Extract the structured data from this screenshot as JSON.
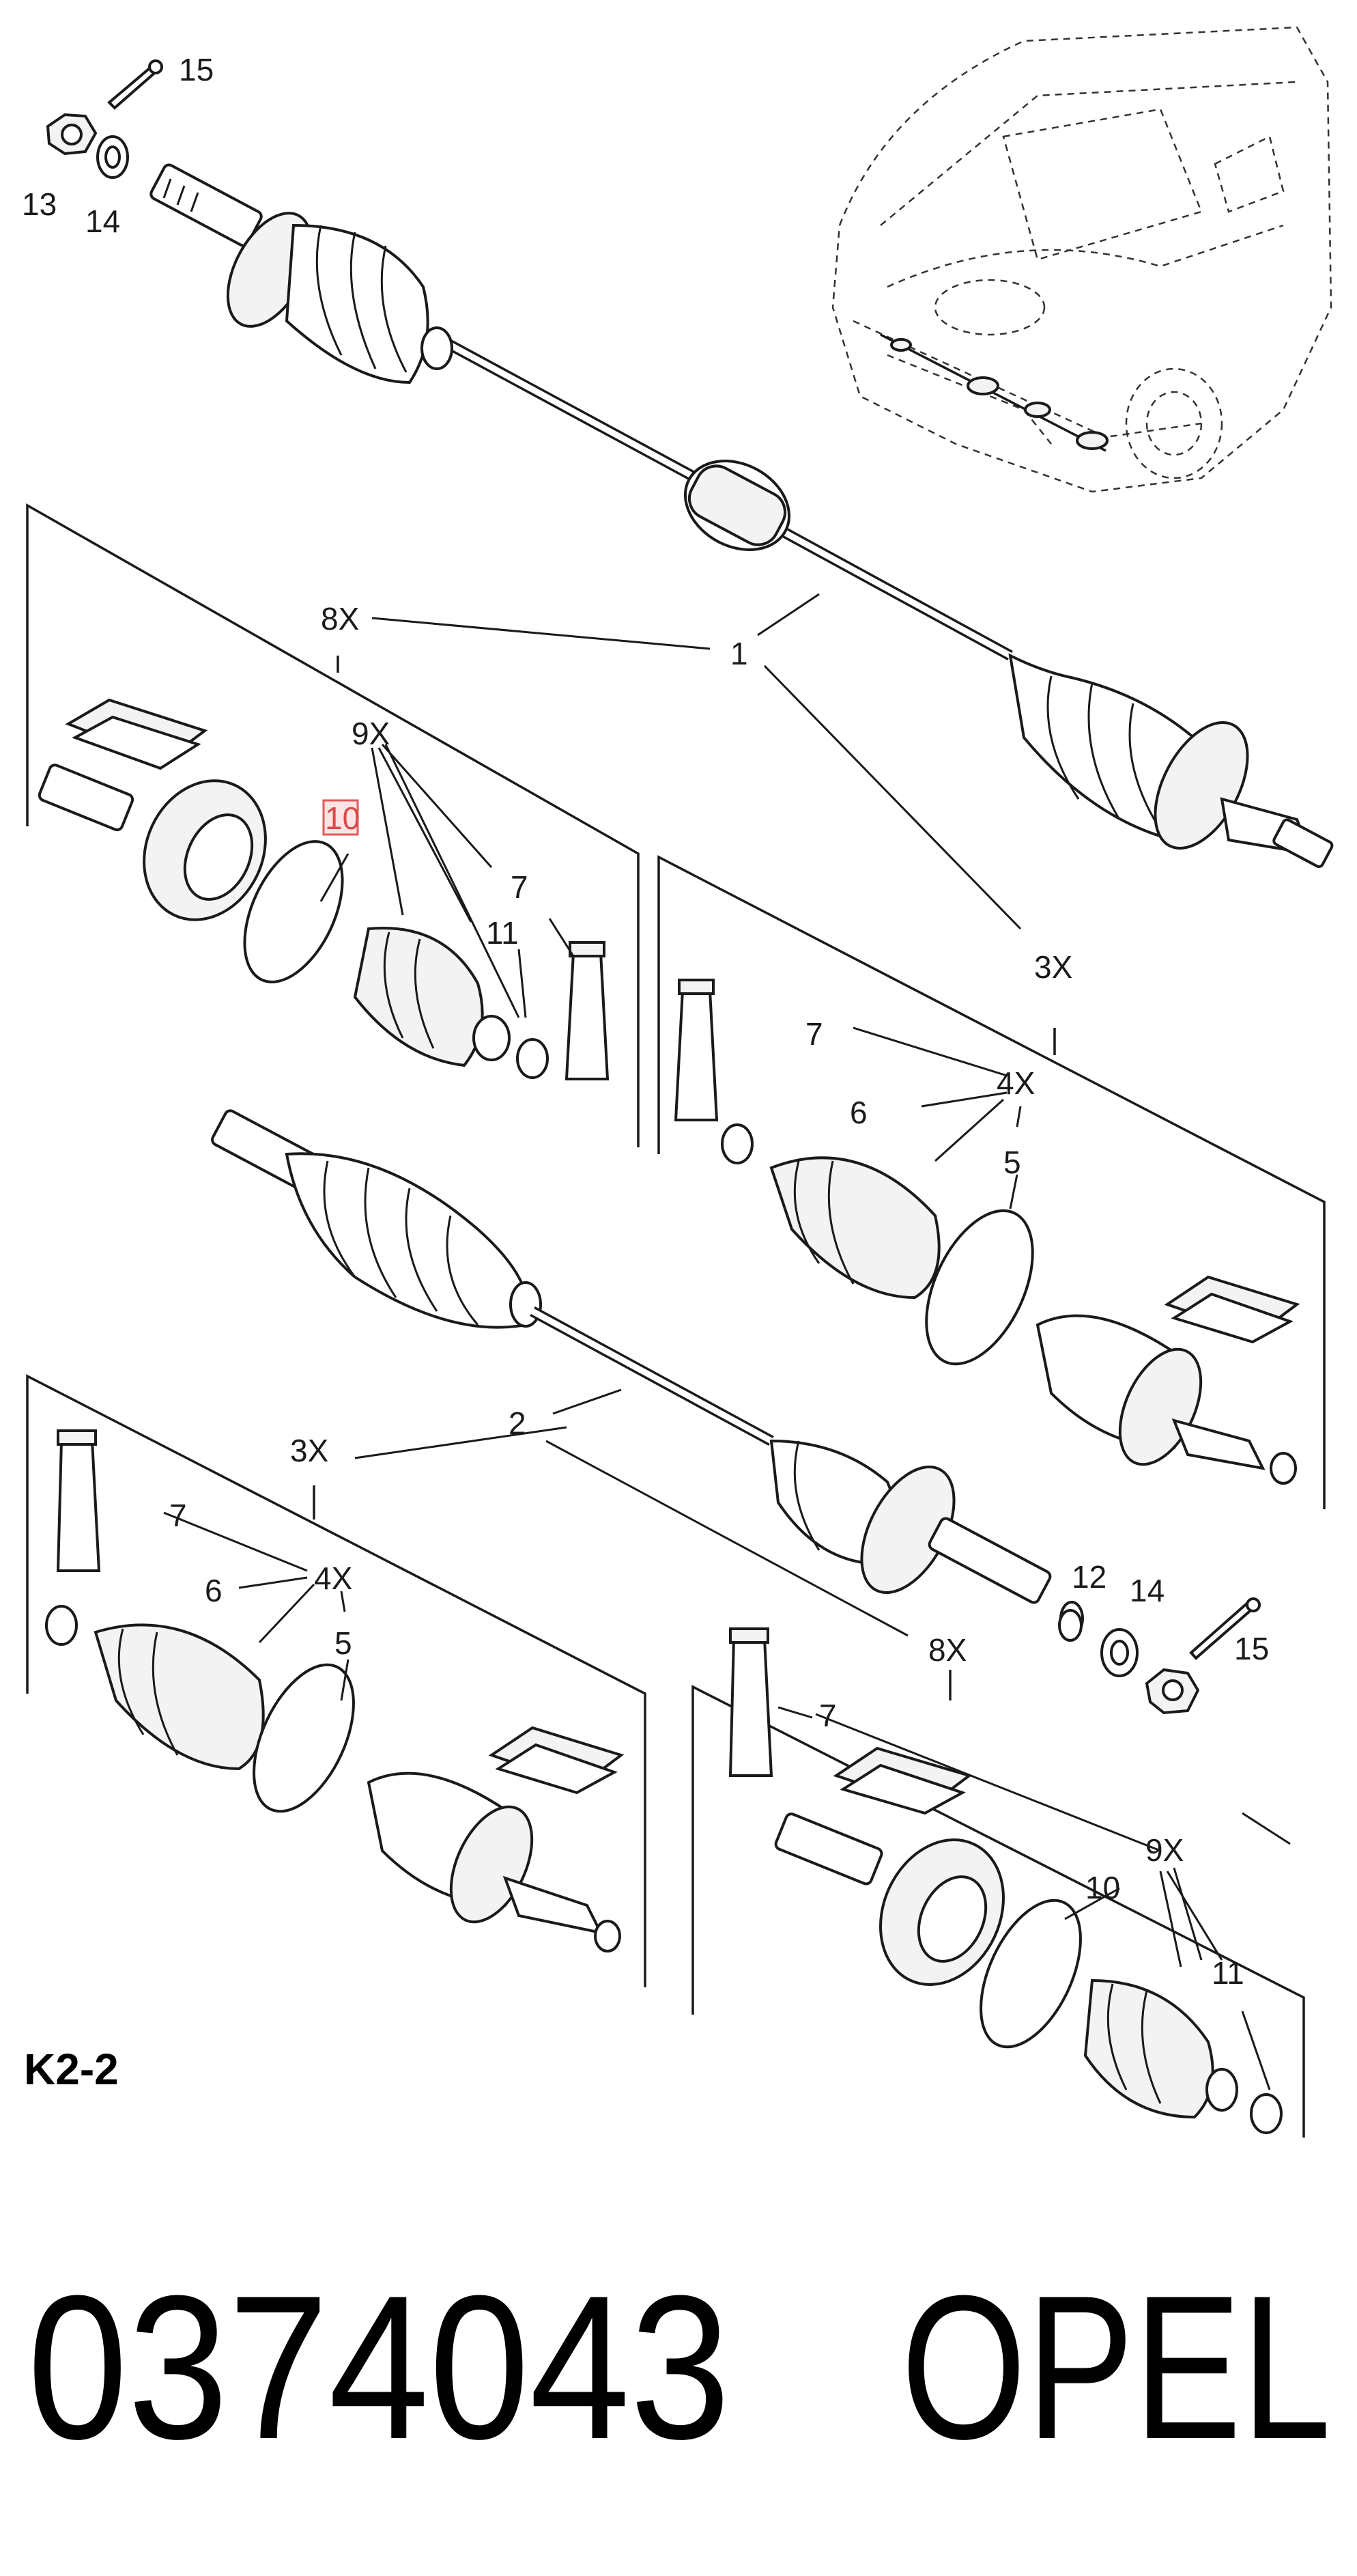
{
  "diagram": {
    "reference": "K2-2",
    "part_number": "0374043",
    "brand": "OPEL",
    "callouts": {
      "c1": "1",
      "c2": "2",
      "c3x_a": "3X",
      "c3x_b": "3X",
      "c4x_a": "4X",
      "c4x_b": "4X",
      "c5_a": "5",
      "c5_b": "5",
      "c6_a": "6",
      "c6_b": "6",
      "c7_a": "7",
      "c7_b": "7",
      "c7_c": "7",
      "c8x_a": "8X",
      "c8x_b": "8X",
      "c9x_a": "9X",
      "c9x_b": "9X",
      "c10_a": "10",
      "c10_b": "10",
      "c11_a": "11",
      "c11_b": "11",
      "c12": "12",
      "c13": "13",
      "c14_a": "14",
      "c14_b": "14",
      "c15_a": "15",
      "c15_b": "15"
    },
    "highlighted_callout": "10"
  }
}
